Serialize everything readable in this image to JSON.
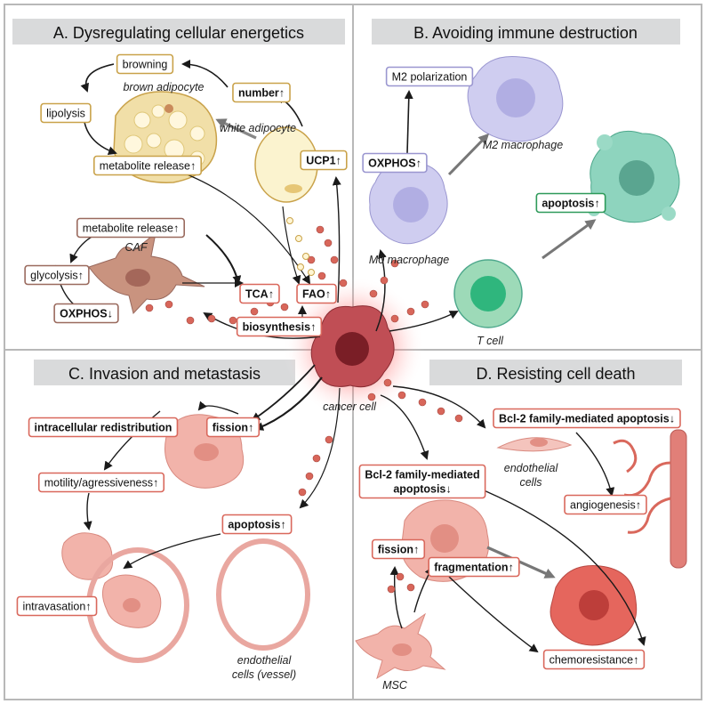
{
  "panels": {
    "a": {
      "title": "A. Dysregulating cellular energetics"
    },
    "b": {
      "title": "B. Avoiding immune destruction"
    },
    "c": {
      "title": "C. Invasion and metastasis"
    },
    "d": {
      "title": "D. Resisting cell death"
    }
  },
  "labels": {
    "browning": "browning",
    "brown_adipocyte": "brown adipocyte",
    "number_up": "number↑",
    "lipolysis": "lipolysis",
    "white_adipocyte": "white adipocyte",
    "metabolite_release_adipo": "metabolite release↑",
    "ucp1_up": "UCP1↑",
    "metabolite_release_caf": "metabolite release↑",
    "caf": "CAF",
    "glycolysis_up": "glycolysis↑",
    "oxphos_down": "OXPHOS↓",
    "tca_up": "TCA↑",
    "fao_up": "FAO↑",
    "biosynthesis_up": "biosynthesis↑",
    "m2_polarization": "M2 polarization",
    "m2_macrophage": "M2 macrophage",
    "oxphos_up": "OXPHOS↑",
    "apoptosis_up_b": "apoptosis↑",
    "m0_macrophage": "M0 macrophage",
    "t_cell": "T cell",
    "cancer_cell": "cancer cell",
    "intracellular_redistribution": "intracellular redistribution",
    "fission_up_c": "fission↑",
    "motility": "motility/agressiveness↑",
    "apoptosis_up_c": "apoptosis↑",
    "intravasation_up": "intravasation↑",
    "endothelial_vessel_1": "endothelial",
    "endothelial_vessel_2": "cells (vessel)",
    "bcl2_top": "Bcl-2 family-mediated apoptosis↓",
    "endothelial_cells_1": "endothelial",
    "endothelial_cells_2": "cells",
    "bcl2_mid_1": "Bcl-2 family-mediated",
    "bcl2_mid_2": "apoptosis↓",
    "angiogenesis_up": "angiogenesis↑",
    "fission_up_d": "fission↑",
    "fragmentation_up": "fragmentation↑",
    "chemoresistance_up": "chemoresistance↑",
    "msc": "MSC"
  },
  "colors": {
    "border_gold": "#c9a24a",
    "border_brown": "#9a6a5e",
    "border_purple": "#9a96d0",
    "border_green": "#2e9a5a",
    "border_red": "#d9685c",
    "title_bg": "#d9dadb",
    "mito_red": "#d8665a"
  }
}
